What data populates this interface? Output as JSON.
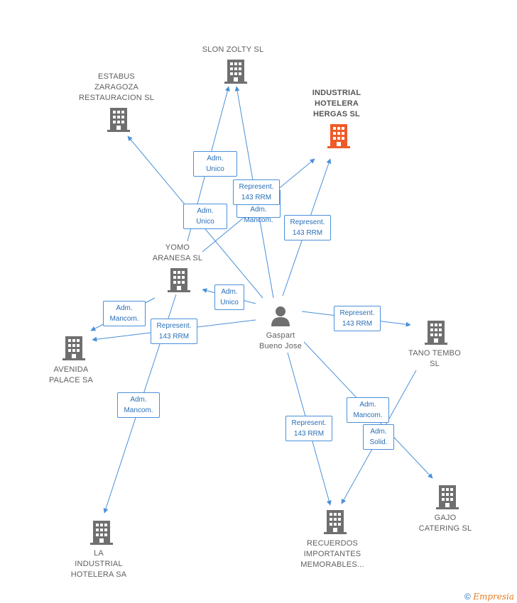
{
  "colors": {
    "edge": "#4a90d9",
    "company": "#6f6f6f",
    "main_company": "#f05a28",
    "person": "#6f6f6f"
  },
  "nodes": [
    {
      "id": "slon",
      "label": "SLON ZOLTY  SL",
      "type": "company"
    },
    {
      "id": "estabus",
      "label": "ESTABUS\nZARAGOZA\nRESTAURACION SL",
      "type": "company"
    },
    {
      "id": "industrial_hergas",
      "label": "INDUSTRIAL\nHOTELERA\nHERGAS SL",
      "type": "main-company"
    },
    {
      "id": "yomo",
      "label": "YOMO\nARANESA  SL",
      "type": "company"
    },
    {
      "id": "gaspart",
      "label": "Gaspart\nBueno Jose",
      "type": "person"
    },
    {
      "id": "avenida",
      "label": "AVENIDA\nPALACE SA",
      "type": "company"
    },
    {
      "id": "tano",
      "label": "TANO TEMBO\nSL",
      "type": "company"
    },
    {
      "id": "gajo",
      "label": "GAJO\nCATERING SL",
      "type": "company"
    },
    {
      "id": "recuerdos",
      "label": "RECUERDOS\nIMPORTANTES\nMEMORABLES...",
      "type": "company"
    },
    {
      "id": "la_industrial",
      "label": "LA\nINDUSTRIAL\nHOTELERA SA",
      "type": "company"
    }
  ],
  "edge_labels": [
    {
      "id": "adm_unico_1",
      "text": "Adm.\nUnico"
    },
    {
      "id": "represent_1",
      "text": "Represent.\n143 RRM"
    },
    {
      "id": "adm_mancom_1",
      "text": "Adm.\nMancom."
    },
    {
      "id": "adm_unico_2",
      "text": "Adm.\nUnico"
    },
    {
      "id": "represent_2",
      "text": "Represent.\n143 RRM"
    },
    {
      "id": "adm_unico_3",
      "text": "Adm.\nUnico"
    },
    {
      "id": "adm_mancom_2",
      "text": "Adm.\nMancom."
    },
    {
      "id": "represent_3",
      "text": "Represent.\n143 RRM"
    },
    {
      "id": "represent_4",
      "text": "Represent.\n143 RRM"
    },
    {
      "id": "adm_mancom_3",
      "text": "Adm.\nMancom."
    },
    {
      "id": "represent_5",
      "text": "Represent.\n143 RRM"
    },
    {
      "id": "adm_mancom_4",
      "text": "Adm.\nMancom."
    },
    {
      "id": "adm_solid",
      "text": "Adm.\nSolid."
    }
  ],
  "footer": {
    "copyright": "©",
    "brand": "Empresia"
  }
}
